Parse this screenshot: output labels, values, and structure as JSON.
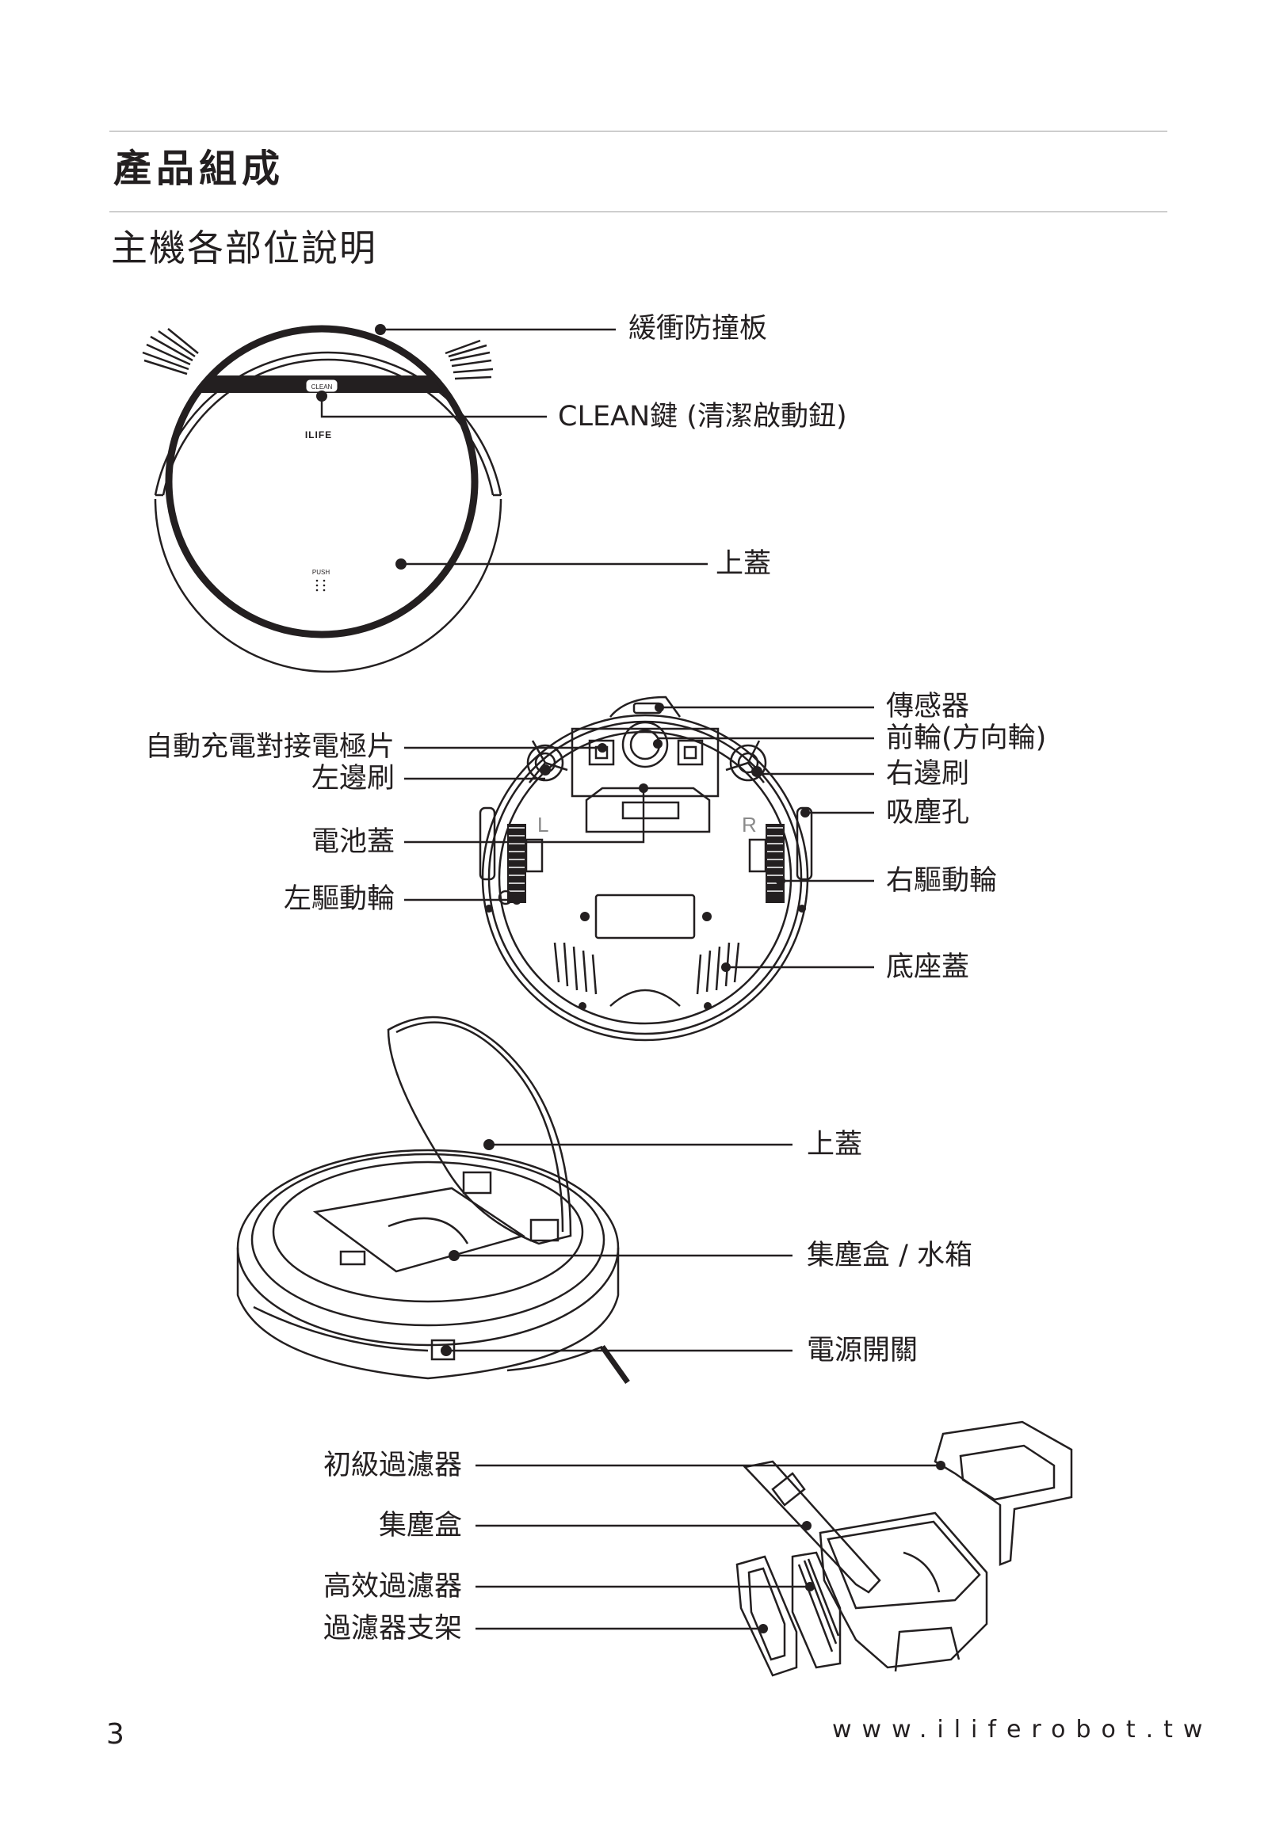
{
  "section_title": "產品組成",
  "subsection_title": "主機各部位說明",
  "top_view": {
    "labels": {
      "bumper": "緩衝防撞板",
      "clean_button": "CLEAN鍵 (清潔啟動鈕)",
      "top_cover": "上蓋"
    },
    "device_marks": {
      "button_text": "CLEAN",
      "brand": "ILIFE",
      "push": "PUSH"
    }
  },
  "bottom_view": {
    "labels": {
      "charging_contacts": "自動充電對接電極片",
      "left_side_brush": "左邊刷",
      "battery_cover": "電池蓋",
      "left_drive_wheel": "左驅動輪",
      "sensor": "傳感器",
      "front_wheel": "前輪(方向輪)",
      "right_side_brush": "右邊刷",
      "suction_inlet": "吸塵孔",
      "right_drive_wheel": "右驅動輪",
      "base_cover": "底座蓋"
    },
    "device_marks": {
      "left": "L",
      "right": "R"
    }
  },
  "open_view": {
    "labels": {
      "top_cover": "上蓋",
      "dustbin_water_tank": "集塵盒 / 水箱",
      "power_switch": "電源開關"
    }
  },
  "dustbin_view": {
    "labels": {
      "primary_filter": "初級過濾器",
      "dustbin": "集塵盒",
      "hepa_filter": "高效過濾器",
      "filter_holder": "過濾器支架"
    }
  },
  "footer": {
    "page_number": "3",
    "website": "www.iliferobot.tw"
  }
}
